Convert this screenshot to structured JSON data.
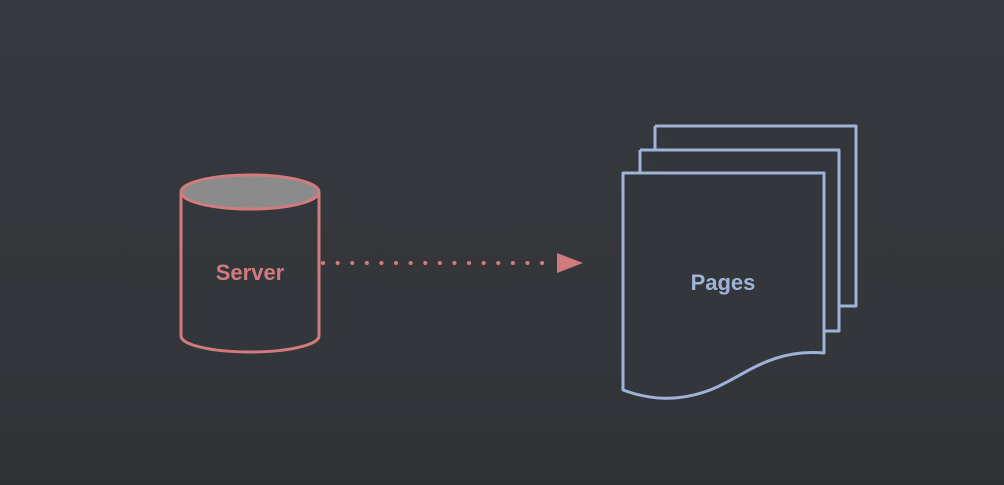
{
  "server": {
    "label": "Server",
    "stroke": "#d17b7e",
    "top_fill": "#8b8b8b"
  },
  "pages": {
    "label": "Pages",
    "stroke": "#9fb2d8"
  },
  "arrow": {
    "color": "#d17b7e",
    "style": "dotted"
  },
  "background": "#33363a"
}
